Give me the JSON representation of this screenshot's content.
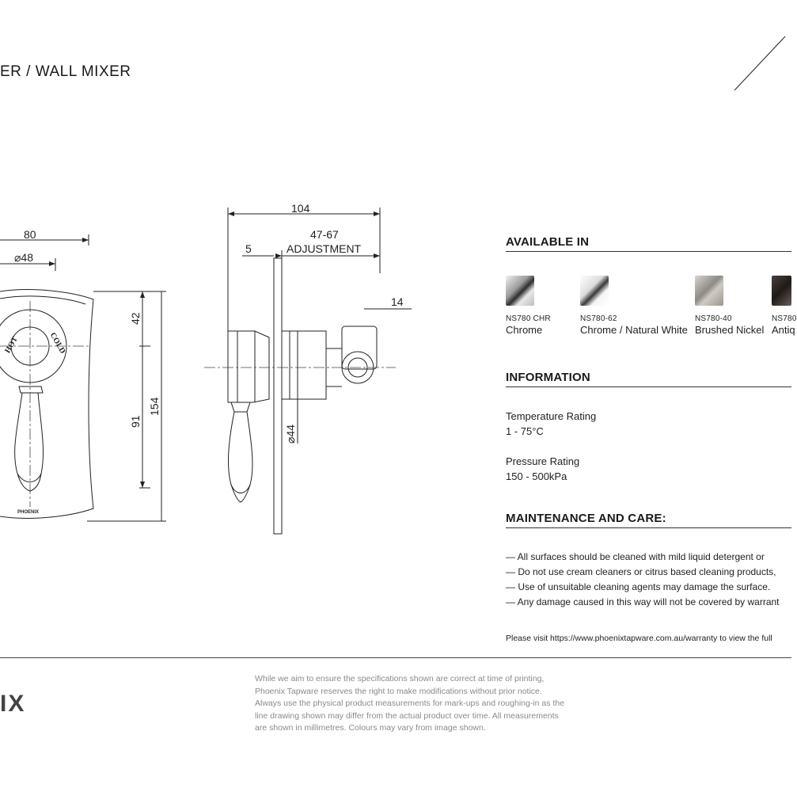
{
  "header": {
    "title": "ER / WALL MIXER"
  },
  "drawing": {
    "front": {
      "width": "80",
      "diameter": "⌀48",
      "upper": "42",
      "lower": "91",
      "height": "154",
      "hot": "HOT",
      "cold": "COLD",
      "brand": "PHOENIX"
    },
    "side": {
      "depth": "104",
      "adjust_range": "47-67",
      "adjust_label": "ADJUSTMENT",
      "setback": "5",
      "body": "14",
      "shroud": "⌀44"
    }
  },
  "available": {
    "heading": "AVAILABLE IN",
    "finishes": [
      {
        "code": "NS780 CHR",
        "name": "Chrome",
        "color": "#cfcfcf"
      },
      {
        "code": "NS780-62",
        "name": "Chrome / Natural White",
        "color": "#e6e6e6"
      },
      {
        "code": "NS780-40",
        "name": "Brushed Nickel",
        "color": "#b3aea8"
      },
      {
        "code": "NS780",
        "name": "Antiq",
        "color": "#3a3330"
      }
    ]
  },
  "information": {
    "heading": "INFORMATION",
    "temp_label": "Temperature Rating",
    "temp_value": "1 - 75°C",
    "pressure_label": "Pressure Rating",
    "pressure_value": "150 - 500kPa"
  },
  "maintenance": {
    "heading": "MAINTENANCE AND CARE:",
    "items": [
      "— All surfaces should be cleaned with mild liquid detergent or",
      "— Do not use cream cleaners or citrus based cleaning products,",
      "— Use of unsuitable cleaning agents may damage the surface.",
      "— Any damage caused in this way will not be covered by warrant"
    ],
    "visit": "Please visit https://www.phoenixtapware.com.au/warranty to view the full"
  },
  "footer": {
    "logo": "IX",
    "disclaimer": [
      "While we aim to ensure the specifications shown are correct at time of printing,",
      "Phoenix Tapware reserves the right to make modifications without prior notice.",
      "Always use the physical product measurements for mark-ups and roughing-in as the",
      "line drawing shown may differ from the actual product over time. All measurements",
      "are shown in millimetres. Colours may vary from image shown."
    ]
  }
}
